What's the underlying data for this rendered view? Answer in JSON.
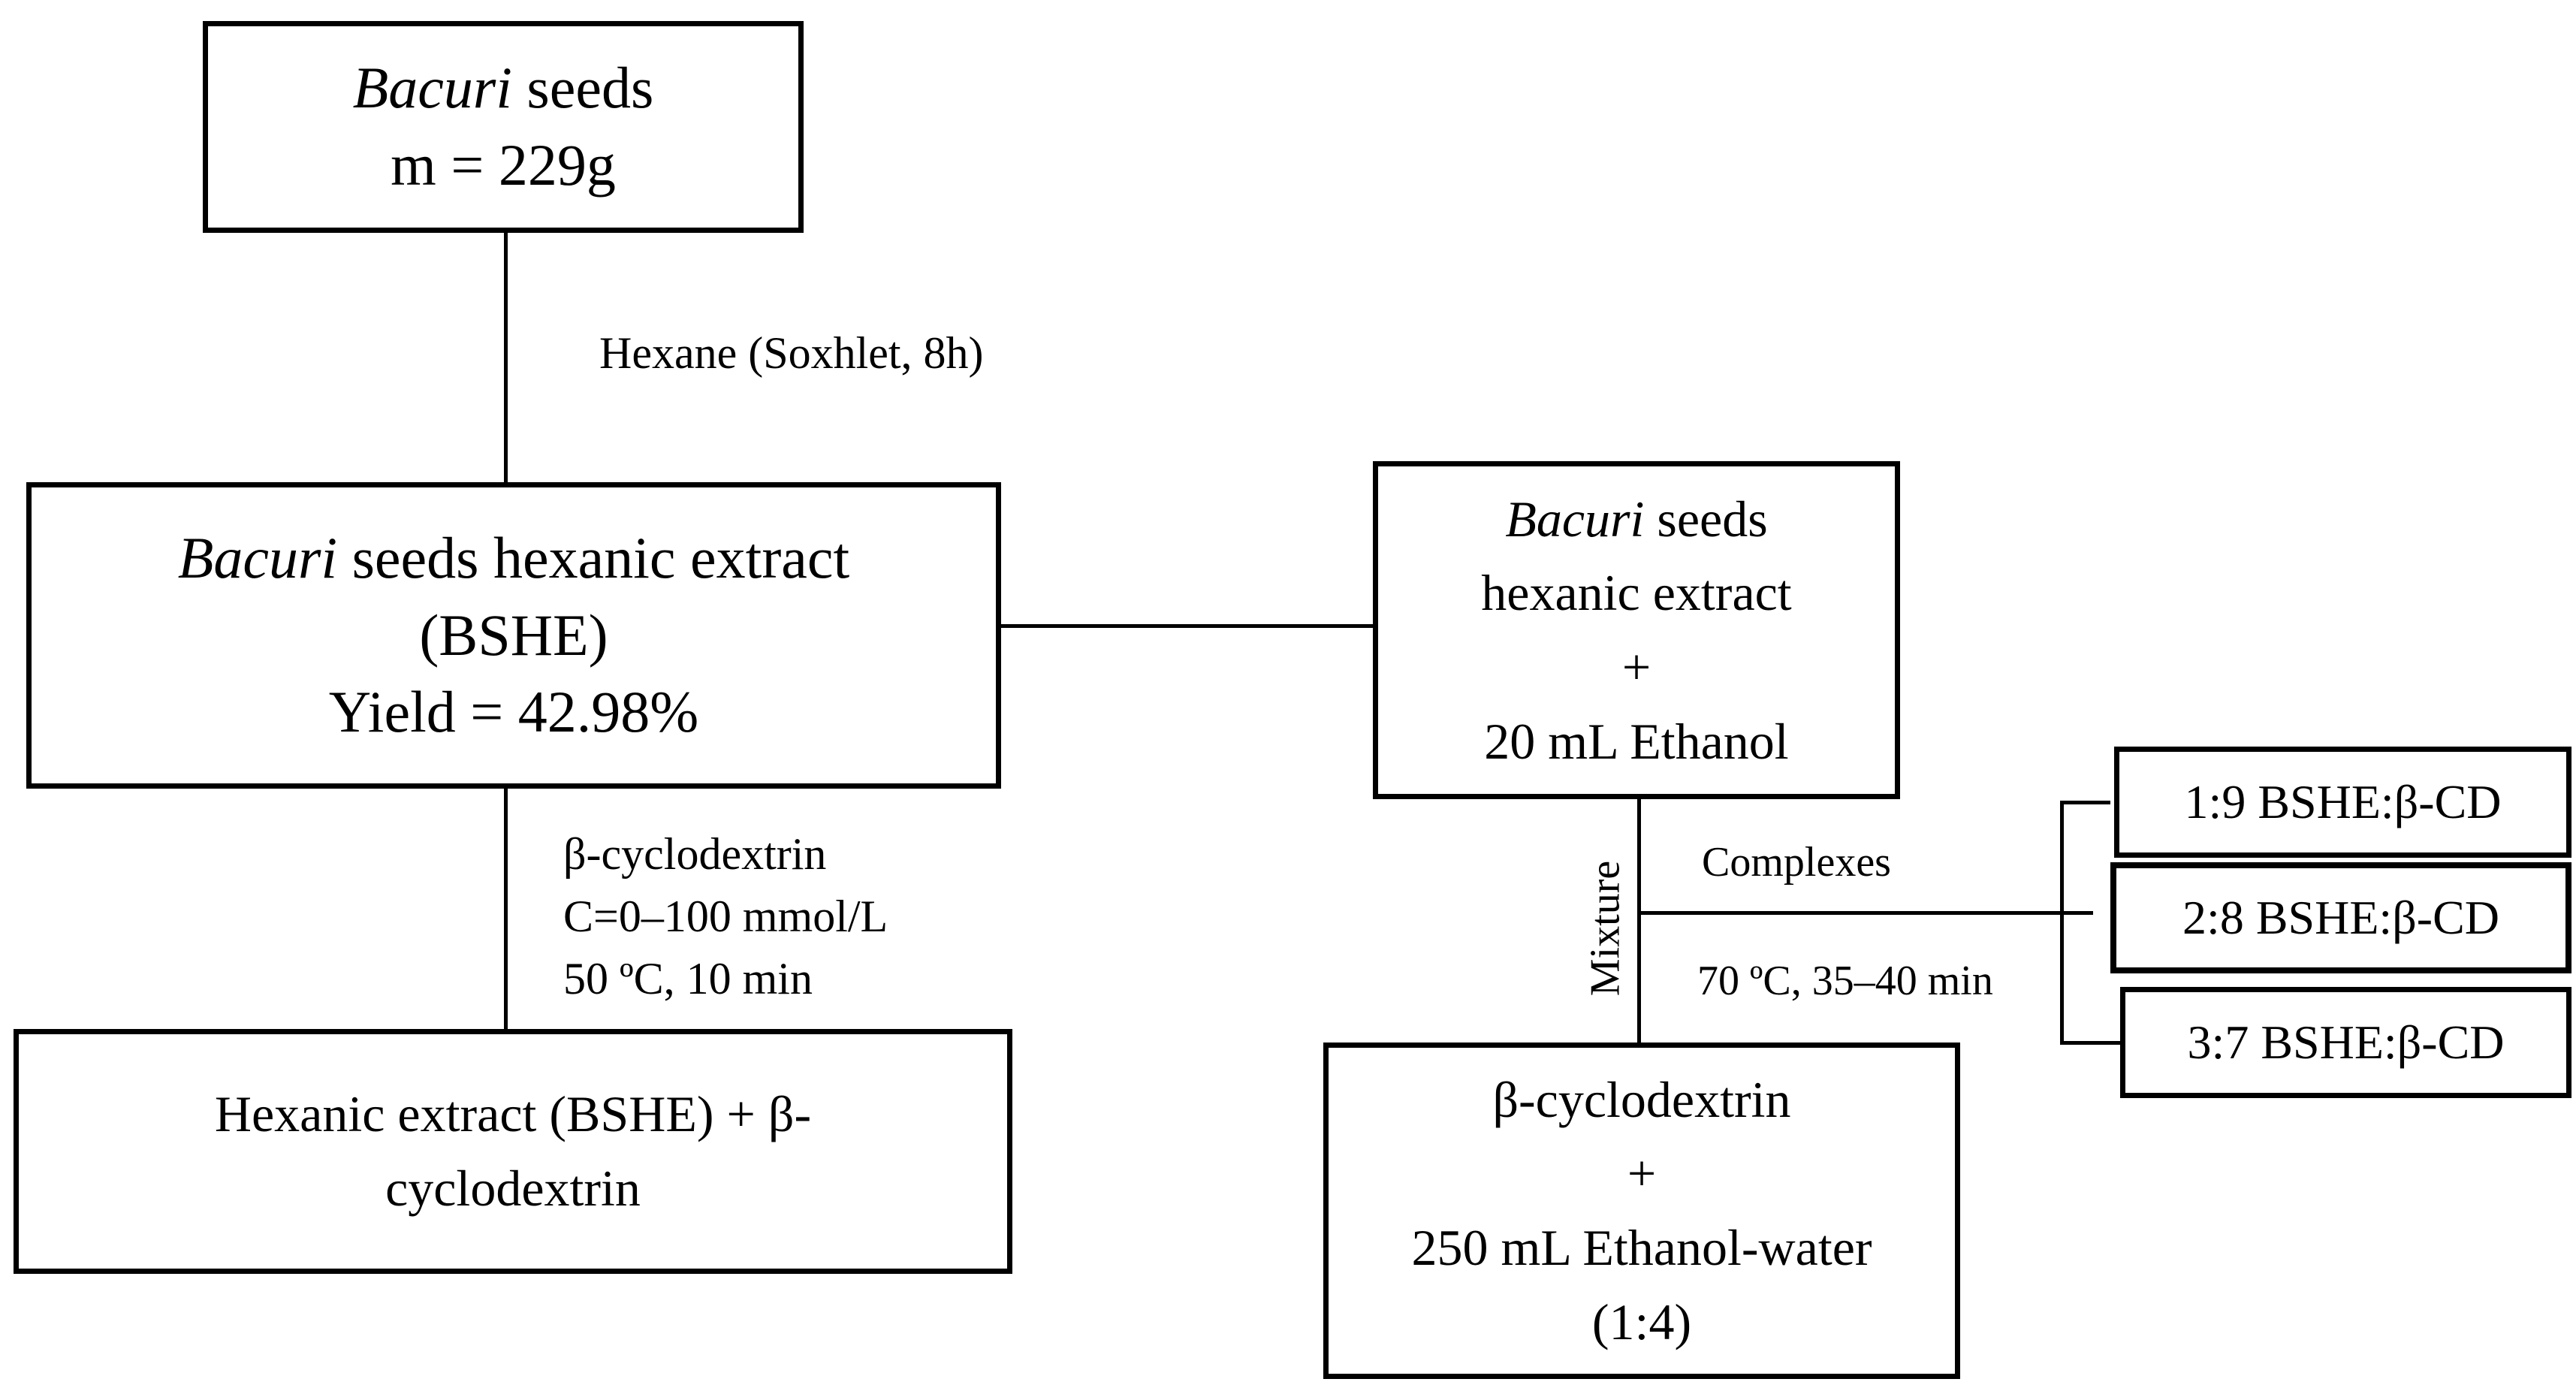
{
  "box_seeds": {
    "name_italic": "Bacuri",
    "name_rest": " seeds",
    "mass": "m = 229g"
  },
  "step_hexane": "Hexane (Soxhlet, 8h)",
  "box_bshe": {
    "line1_italic": "Bacuri",
    "line1_rest": " seeds hexanic extract",
    "line2": "(BSHE)",
    "line3": "Yield = 42.98%"
  },
  "conditions_left": {
    "line1": "β-cyclodextrin",
    "line2": "C=0–100 mmol/L",
    "line3": "50 ºC, 10 min"
  },
  "box_product_left": {
    "line1": "Hexanic extract (BSHE) + β-",
    "line2": "cyclodextrin"
  },
  "box_extract_ethanol": {
    "line1_italic": "Bacuri",
    "line1_rest": " seeds",
    "line2": "hexanic extract",
    "line3": "+",
    "line4": "20 mL Ethanol"
  },
  "label_mixture": "Mixture",
  "label_complexes": "Complexes",
  "conditions_right": "70 ºC, 35–40 min",
  "box_bcd_solution": {
    "line1": "β-cyclodextrin",
    "line2": "+",
    "line3": "250 mL Ethanol-water",
    "line4": "(1:4)"
  },
  "ratios": [
    "1:9 BSHE:β-CD",
    "2:8 BSHE:β-CD",
    "3:7 BSHE:β-CD"
  ]
}
